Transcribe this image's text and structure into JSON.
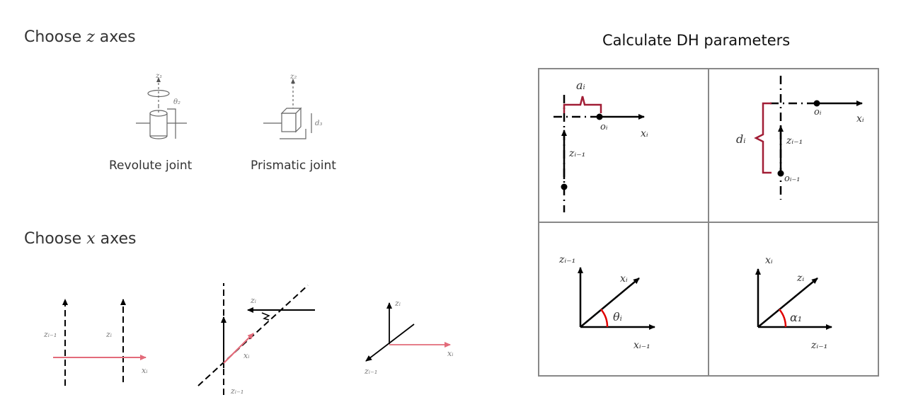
{
  "left": {
    "z_heading": {
      "prefix": "Choose ",
      "var": "z",
      "suffix": " axes"
    },
    "x_heading": {
      "prefix": "Choose ",
      "var": "x",
      "suffix": " axes"
    },
    "revolute": {
      "caption": "Revolute joint",
      "axis_label": "z₁",
      "angle_label": "θ₂"
    },
    "prismatic": {
      "caption": "Prismatic joint",
      "axis_label": "z₂",
      "offset_label": "d₃"
    },
    "x_cases": {
      "parallel": {
        "z_prev": "zᵢ₋₁",
        "z_cur": "zᵢ",
        "x_cur": "xᵢ"
      },
      "skew": {
        "z_cur": "zᵢ",
        "x_cur": "xᵢ",
        "z_prev": "zᵢ₋₁"
      },
      "intersecting": {
        "z_cur": "zᵢ",
        "x_cur": "xᵢ",
        "z_prev": "zᵢ₋₁"
      }
    }
  },
  "right": {
    "title": "Calculate DH parameters",
    "panel_a": {
      "a_label": "aᵢ",
      "o_label": "oᵢ",
      "x_label": "xᵢ",
      "z_label": "zᵢ₋₁"
    },
    "panel_d": {
      "o_label": "oᵢ",
      "x_label": "xᵢ",
      "d_label": "dᵢ",
      "z_label": "zᵢ₋₁",
      "o_prev_label": "oᵢ₋₁"
    },
    "panel_theta": {
      "z_label": "zᵢ₋₁",
      "x_label": "xᵢ",
      "theta_label": "θᵢ",
      "x_prev_label": "xᵢ₋₁"
    },
    "panel_alpha": {
      "x_label": "xᵢ",
      "z_label": "zᵢ",
      "alpha_label": "α₁",
      "z_prev_label": "zᵢ₋₁"
    }
  },
  "colors": {
    "x_axis_red": "#e36b7a",
    "bracket_maroon": "#a11d35",
    "angle_red": "#e00000",
    "panel_border": "#888888"
  }
}
